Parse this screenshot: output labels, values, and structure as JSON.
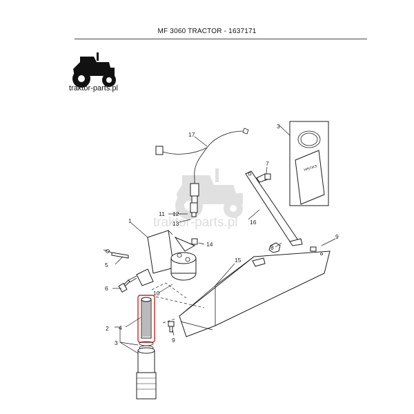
{
  "header": {
    "title": "MF 3060 TRACTOR - 1637171"
  },
  "logo": {
    "text": "traktor-parts.pl",
    "icon": "tractor-icon"
  },
  "watermark": {
    "text": "traktor-parts.pl",
    "icon": "tractor-watermark-icon"
  },
  "callouts": {
    "c1": "1",
    "c2": "2",
    "c3": "3",
    "c3b": "3",
    "c4": "4",
    "c5": "5",
    "c6": "6",
    "c7": "7",
    "c8": "8",
    "c9": "9",
    "c9b": "9",
    "c10": "10",
    "c11": "11",
    "c12": "12",
    "c13": "13",
    "c14": "14",
    "c15": "15",
    "c16": "16",
    "c17": "17"
  },
  "manual_label": "HINTIKS",
  "colors": {
    "highlight": "#c62828",
    "leader": "#2b2f8a",
    "line": "#1a1a1a",
    "watermark": "#d8d8d8"
  }
}
